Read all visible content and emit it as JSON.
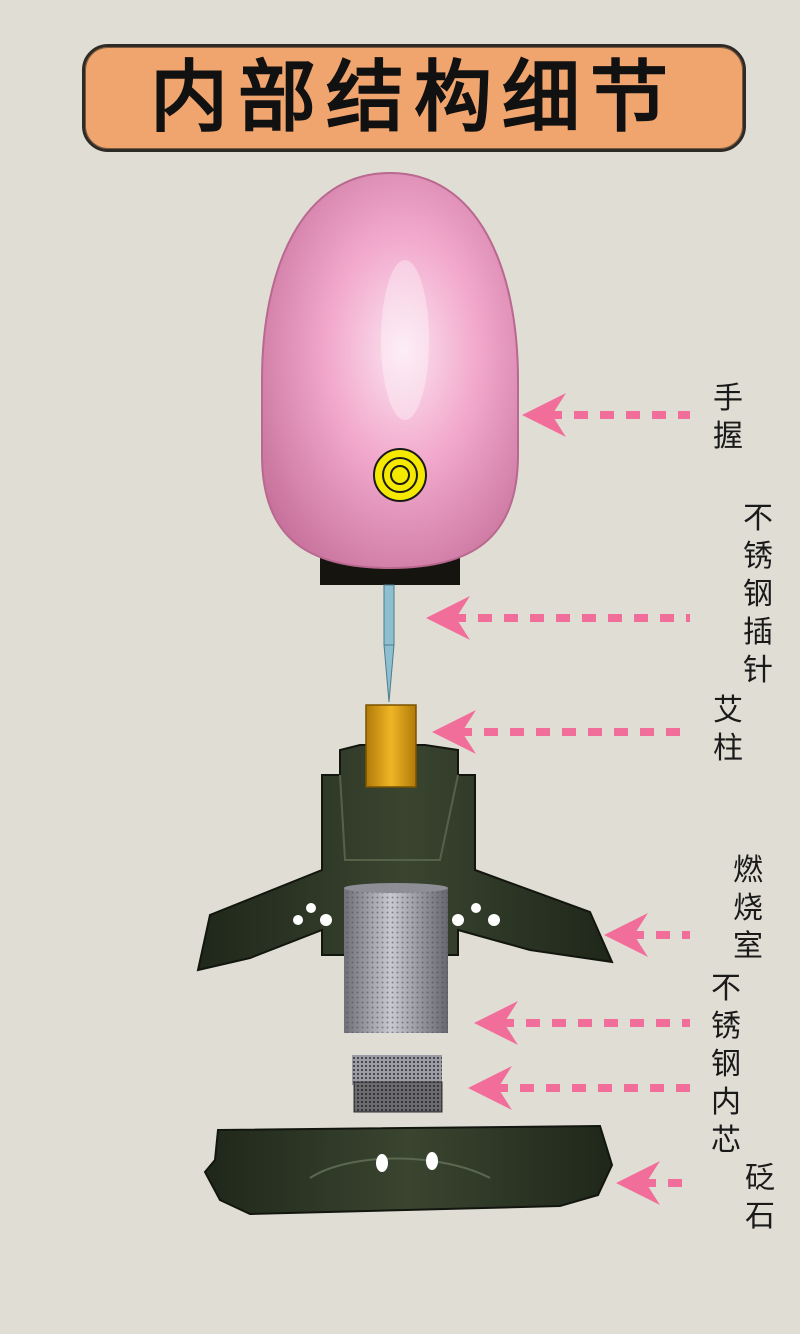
{
  "title": "内部结构细节",
  "labels": {
    "grip": [
      "手",
      "握"
    ],
    "needle": [
      "不",
      "锈",
      "钢",
      "插",
      "针"
    ],
    "moxa_stick": [
      "艾",
      "柱"
    ],
    "combustion_chamber": [
      "燃",
      "烧",
      "室"
    ],
    "inner_core": [
      "不",
      "锈",
      "钢",
      "内",
      "芯"
    ],
    "bian_stone": [
      "砭",
      "石"
    ]
  },
  "colors": {
    "banner": "#f0a56f",
    "grip": "#f2a8cc",
    "stone": "#2b3424",
    "moxa": "#e1a417",
    "arrow": "#f06e99",
    "background": "#e0ded4"
  }
}
